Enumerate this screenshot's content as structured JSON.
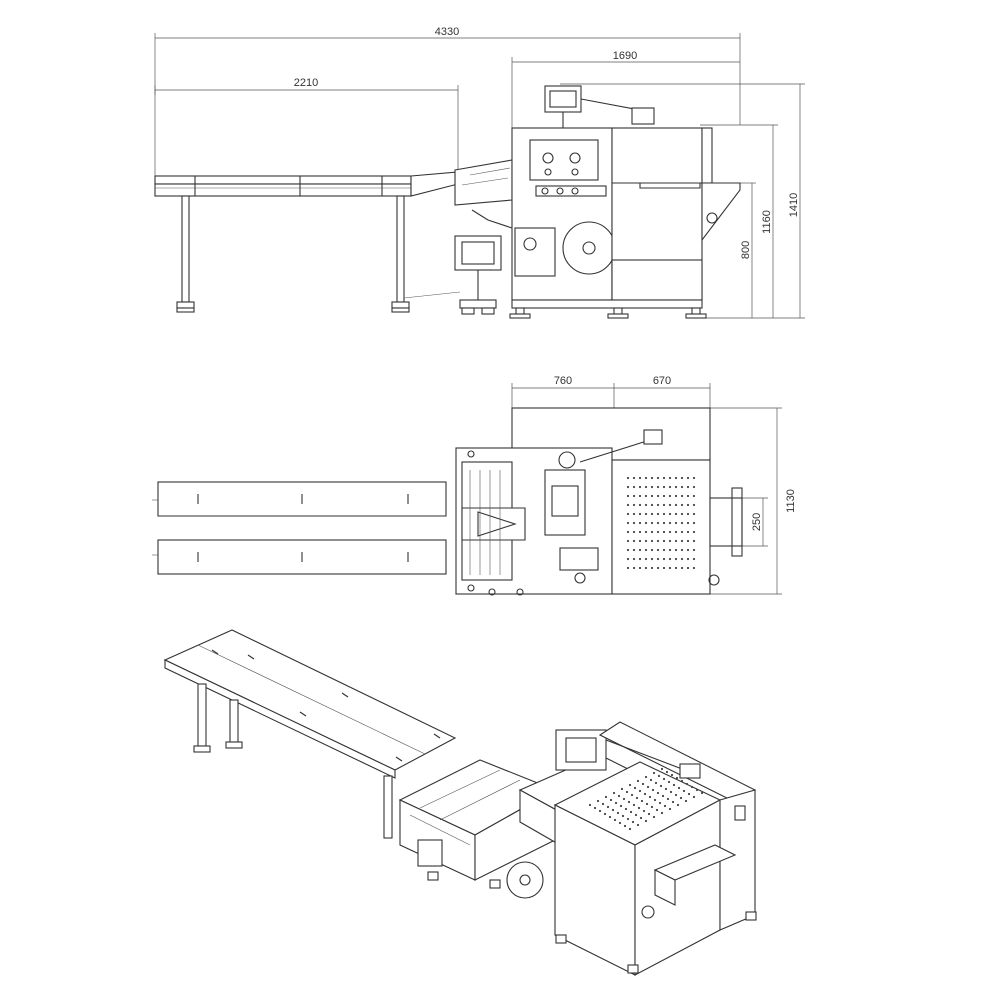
{
  "views": {
    "front": {
      "dimensions": {
        "overall_length": "4330",
        "conveyor_length": "2210",
        "machine_length": "1690",
        "overall_height": "1410",
        "top_height": "1160",
        "table_height": "800"
      }
    },
    "top": {
      "dimensions": {
        "infeed_section": "760",
        "body_section": "670",
        "overall_width": "1130",
        "outfeed_width": "250"
      }
    },
    "isometric": {}
  },
  "colors": {
    "line": "#333333",
    "background": "#ffffff"
  }
}
